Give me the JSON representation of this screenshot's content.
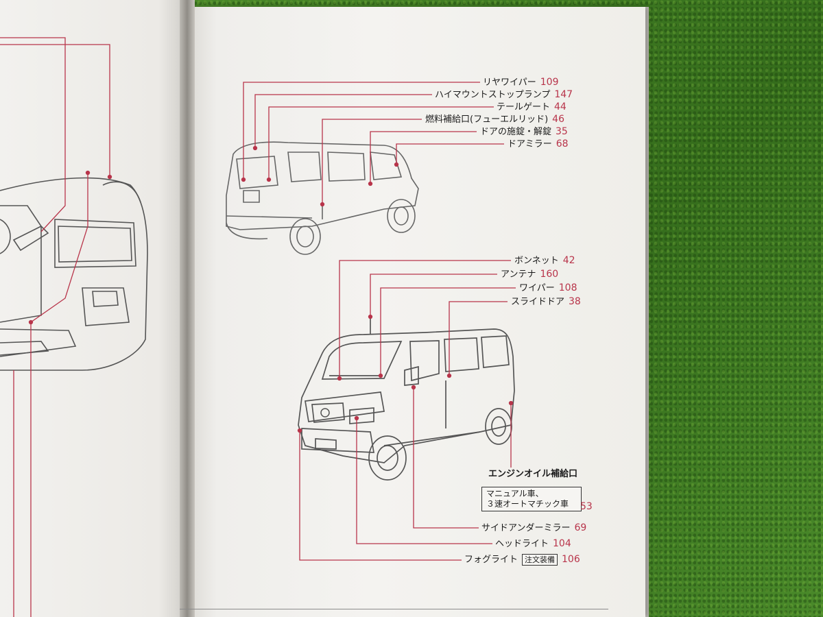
{
  "rear_view": {
    "callouts": [
      {
        "label": "リヤワイパー",
        "page": "109"
      },
      {
        "label": "ハイマウントストップランプ",
        "page": "147"
      },
      {
        "label": "テールゲート",
        "page": "44"
      },
      {
        "label": "燃料補給口(フューエルリッド)",
        "page": "46"
      },
      {
        "label": "ドアの施錠・解錠",
        "page": "35"
      },
      {
        "label": "ドアミラー",
        "page": "68"
      }
    ]
  },
  "front_view": {
    "callouts": [
      {
        "label": "ボンネット",
        "page": "42"
      },
      {
        "label": "アンテナ",
        "page": "160"
      },
      {
        "label": "ワイパー",
        "page": "108"
      },
      {
        "label": "スライドドア",
        "page": "38"
      }
    ],
    "engine_oil": {
      "label": "エンジンオイル補給口",
      "note_line1": "マニュアル車、",
      "note_line2": "３速オートマチック車",
      "page": "53"
    },
    "bottom_callouts": [
      {
        "label": "サイドアンダーミラー",
        "page": "69"
      },
      {
        "label": "ヘッドライト",
        "page": "104"
      }
    ],
    "fog": {
      "label": "フォグライト",
      "tag": "注文装備",
      "page": "106"
    }
  },
  "colors": {
    "accent": "#b8344a",
    "grass": "#3f7d22",
    "paper": "#f4f3f0"
  }
}
